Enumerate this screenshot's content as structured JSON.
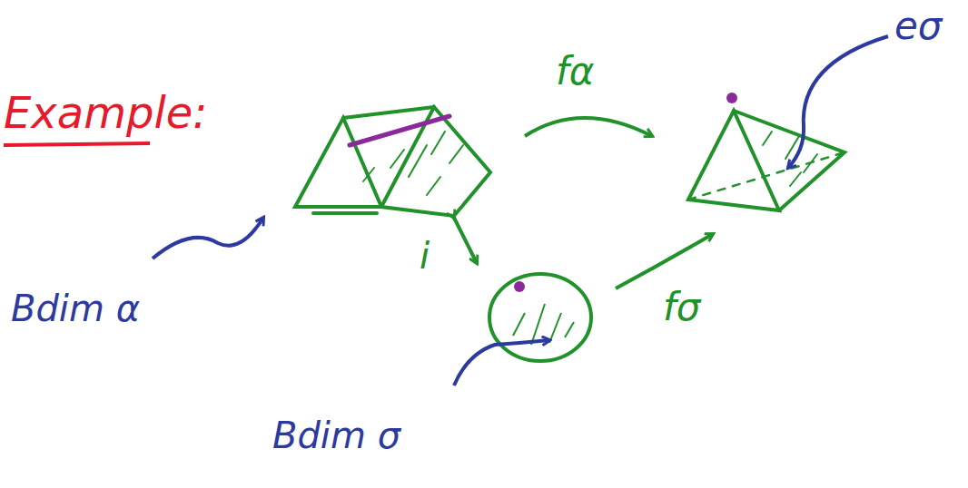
{
  "diagram": {
    "labels": [
      "Example:",
      "fα",
      "eσ",
      "Bdim α",
      "i",
      "fσ",
      "Bdim σ"
    ]
  }
}
